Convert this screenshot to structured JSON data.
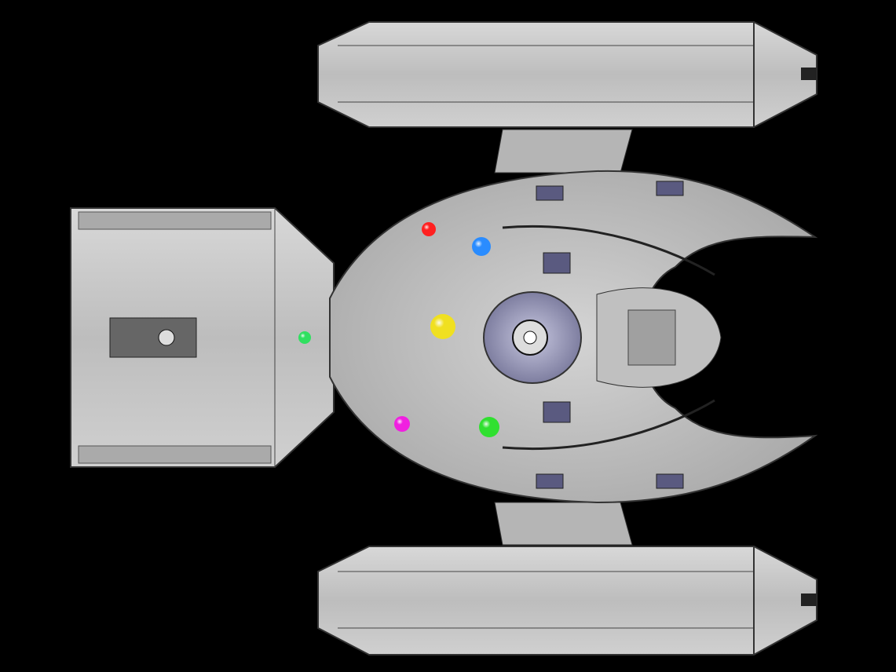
{
  "scene": {
    "background": "#000000",
    "hull_color": "#c8c8c8",
    "hull_dark": "#8a8a8a",
    "dome_color": "#9a9ab8"
  },
  "markers": [
    {
      "name": "red-orb",
      "color": "#ff2020"
    },
    {
      "name": "blue-orb",
      "color": "#2a8cff"
    },
    {
      "name": "yellow-orb",
      "color": "#f0e020"
    },
    {
      "name": "green-orb-rear",
      "color": "#30e060"
    },
    {
      "name": "magenta-orb",
      "color": "#f020e0"
    },
    {
      "name": "green-orb-front",
      "color": "#30e030"
    }
  ]
}
